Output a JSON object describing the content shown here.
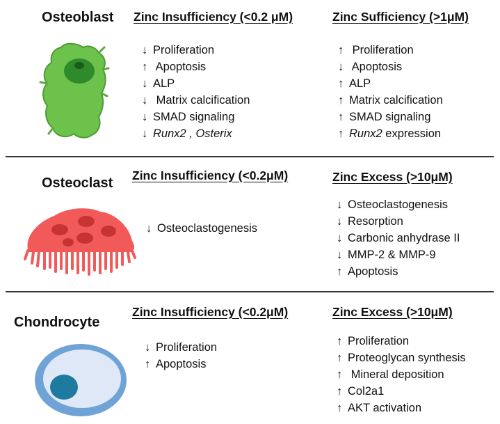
{
  "rows": [
    {
      "cell": "Osteoblast",
      "left_heading": "Zinc Insufficiency (<0.2 μM)",
      "right_heading": "Zinc Sufficiency (>1μM)",
      "left_items": [
        {
          "arrow": "↓",
          "text": "Proliferation"
        },
        {
          "arrow": "↑",
          "text": " Apoptosis"
        },
        {
          "arrow": "↓",
          "text": "ALP"
        },
        {
          "arrow": "↓",
          "text": " Matrix calcification"
        },
        {
          "arrow": "↓",
          "text": "SMAD signaling"
        },
        {
          "arrow": "↓",
          "text": "Runx2 , Osterix",
          "italic": true
        }
      ],
      "right_items": [
        {
          "arrow": "↑",
          "text": " Proliferation"
        },
        {
          "arrow": "↓",
          "text": " Apoptosis"
        },
        {
          "arrow": "↑",
          "text": "ALP"
        },
        {
          "arrow": "↑",
          "text": "Matrix calcification"
        },
        {
          "arrow": "↑",
          "text": "SMAD signaling"
        },
        {
          "arrow": "↑",
          "text_italic": "Runx2",
          "text_rest": " expression"
        }
      ]
    },
    {
      "cell": "Osteoclast",
      "left_heading": "Zinc Insufficiency (<0.2μM)",
      "right_heading": "Zinc Excess (>10μM)",
      "left_items": [
        {
          "arrow": "↓",
          "text": "Osteoclastogenesis"
        }
      ],
      "right_items": [
        {
          "arrow": "↓",
          "text": "Osteoclastogenesis"
        },
        {
          "arrow": "↓",
          "text": "Resorption"
        },
        {
          "arrow": "↓",
          "text": "Carbonic anhydrase II"
        },
        {
          "arrow": "↓",
          "text": "MMP-2 & MMP-9"
        },
        {
          "arrow": "↑",
          "text": "Apoptosis"
        }
      ]
    },
    {
      "cell": "Chondrocyte",
      "left_heading": "Zinc Insufficiency (<0.2μM)",
      "right_heading": "Zinc Excess (>10μM)",
      "left_items": [
        {
          "arrow": "↓",
          "text": "Proliferation"
        },
        {
          "arrow": "↑",
          "text": "Apoptosis"
        }
      ],
      "right_items": [
        {
          "arrow": "↑",
          "text": "Proliferation"
        },
        {
          "arrow": "↑",
          "text": "Proteoglycan synthesis"
        },
        {
          "arrow": "↑",
          "text": " Mineral deposition"
        },
        {
          "arrow": "↑",
          "text": "Col2a1"
        },
        {
          "arrow": "↑",
          "text": "AKT activation"
        }
      ]
    }
  ],
  "colors": {
    "osteoblast": "#6cc24a",
    "osteoclast": "#f25a5a",
    "chondrocyte_outer": "#6fa3d6",
    "chondrocyte_inner": "#dfe8f7",
    "chondrocyte_nucleus": "#1f7aa0"
  },
  "icons": [
    "osteoblast-cell-icon",
    "osteoclast-cell-icon",
    "chondrocyte-cell-icon"
  ]
}
